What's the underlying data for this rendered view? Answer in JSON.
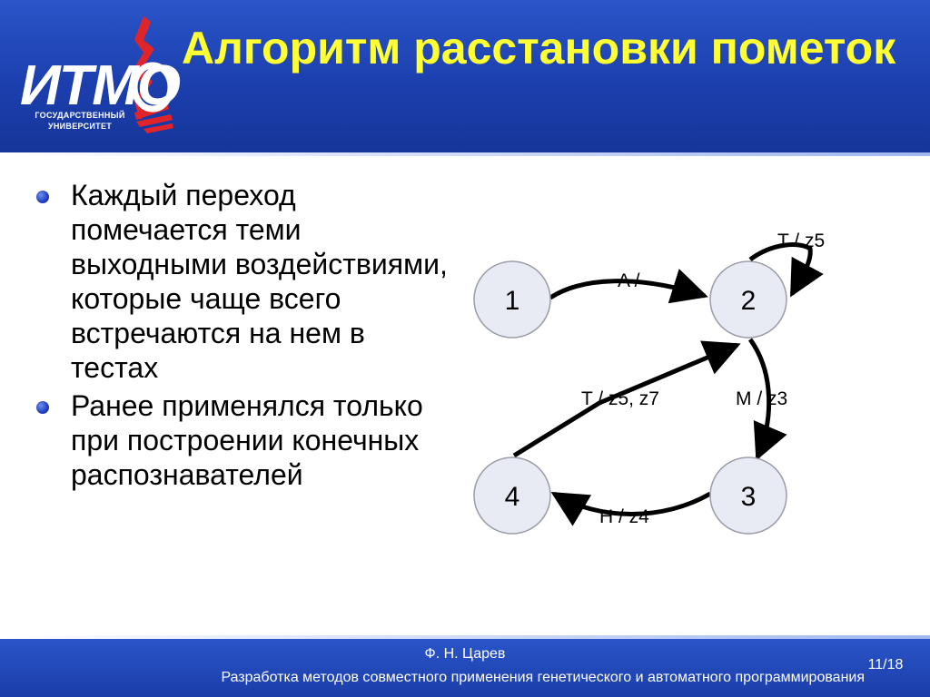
{
  "slide": {
    "title": "Алгоритм расстановки пометок",
    "title_color": "#ffff33",
    "header_color": "#1f45b5"
  },
  "logo": {
    "name": "ИТМО",
    "subtitle_line1": "ГОСУДАРСТВЕННЫЙ",
    "subtitle_line2": "УНИВЕРСИТЕТ"
  },
  "bullets": [
    {
      "text": "Каждый переход помечается теми выходными воздействиями, которые чаще всего встречаются на нем в тестах"
    },
    {
      "text": "Ранее применялся только при построении конечных распознавателей"
    }
  ],
  "diagram": {
    "states": [
      {
        "id": "1",
        "label": "1"
      },
      {
        "id": "2",
        "label": "2"
      },
      {
        "id": "3",
        "label": "3"
      },
      {
        "id": "4",
        "label": "4"
      }
    ],
    "transitions": [
      {
        "from": "1",
        "to": "2",
        "label": "A /"
      },
      {
        "from": "2",
        "to": "2",
        "label": "T / z5"
      },
      {
        "from": "2",
        "to": "3",
        "label": "M / z3"
      },
      {
        "from": "3",
        "to": "4",
        "label": "H / z4"
      },
      {
        "from": "4",
        "to": "2",
        "label": "T / z5, z7"
      }
    ],
    "node_fill": "#e8eaf4"
  },
  "footer": {
    "author": "Ф. Н. Царев",
    "topic": "Разработка методов совместного применения генетического и автоматного программирования",
    "page": "11/18"
  }
}
